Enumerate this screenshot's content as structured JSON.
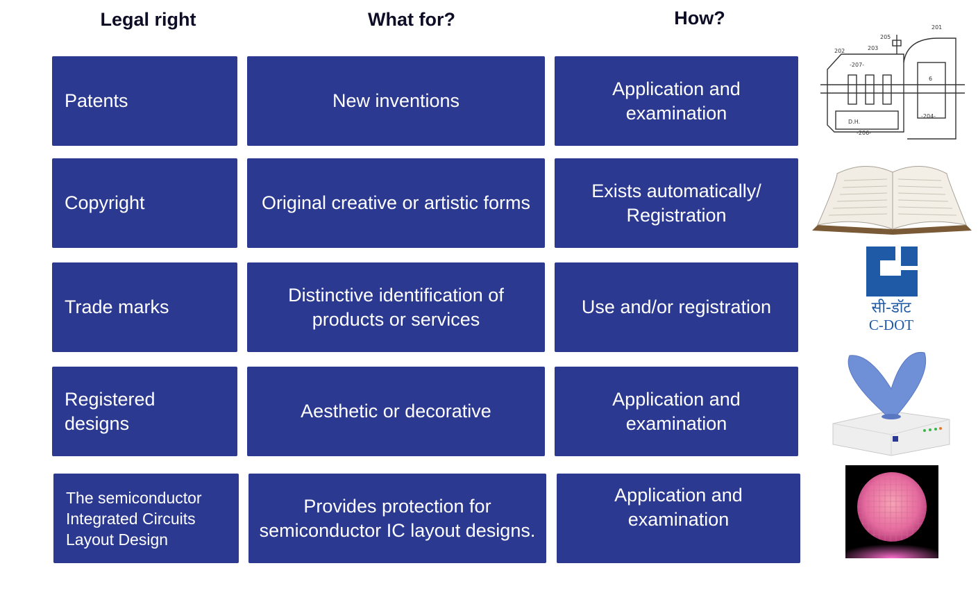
{
  "headers": {
    "legal_right": "Legal right",
    "what_for": "What for?",
    "how": "How?"
  },
  "rows": [
    {
      "right": "Patents",
      "what": "New inventions",
      "how": "Application and examination"
    },
    {
      "right": "Copyright",
      "what": "Original creative or artistic forms",
      "how": "Exists automatically/ Registration"
    },
    {
      "right": "Trade marks",
      "what": "Distinctive identification of products or services",
      "how": "Use and/or registration"
    },
    {
      "right": "Registered designs",
      "what": "Aesthetic or decorative",
      "how": "Application and examination"
    },
    {
      "right": "The semiconductor Integrated Circuits Layout Design",
      "what": "Provides protection for semiconductor IC layout designs.",
      "how": "Application and examination"
    }
  ],
  "images": {
    "patent_drawing_labels": [
      "201",
      "202",
      "203",
      "205",
      "-207-",
      "-204-",
      "-206-",
      "6",
      "D.H."
    ],
    "logo_text_hindi": "सी-डॉट",
    "logo_text_english": "C-DOT"
  },
  "colors": {
    "cell_bg": "#2b3990",
    "cell_text": "#ffffff",
    "header_text": "#0d0d26",
    "logo_blue": "#1f5aa6",
    "wafer": "#e86aa0"
  }
}
